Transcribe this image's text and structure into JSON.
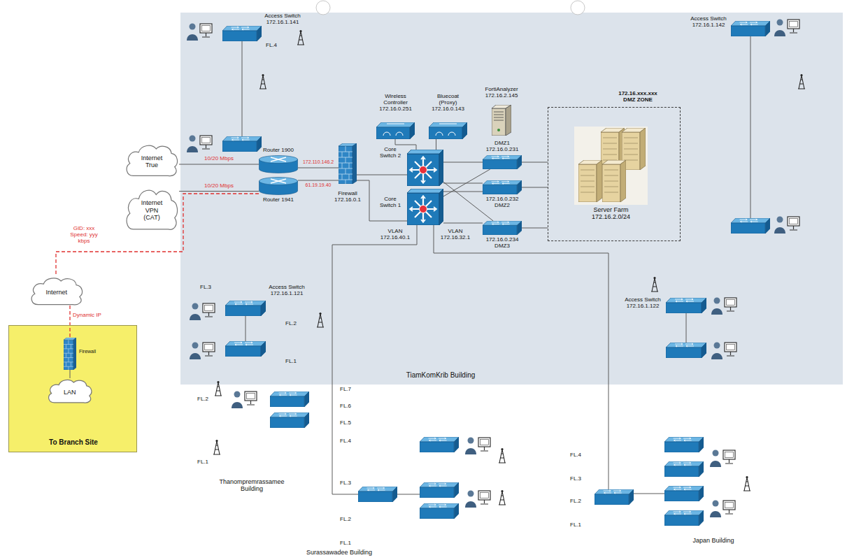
{
  "diagram": {
    "nodes": [
      {
        "text": [
          "TiamKomKrib Building"
        ]
      },
      {
        "text": [
          "Access Switch 172.16.1.141"
        ],
        "in": 0
      },
      {
        "text": [
          "Access Switch 172.16.1.142"
        ],
        "in": 0
      },
      {
        "text": [
          "Wireless Controller 172.16.0.251"
        ],
        "in": 0
      },
      {
        "text": [
          "Bluecoat (Proxy) 172.16.0.143"
        ],
        "in": 0
      },
      {
        "text": [
          "FortiAnalyzer 172.16.2.145"
        ],
        "in": 0
      },
      {
        "text": [
          "172.16.xxx.xxx DMZ ZONE"
        ],
        "in": 0
      },
      {
        "text": [
          "Server Farm 172.16.2.0/24"
        ],
        "in": 6
      },
      {
        "text": [
          "Internet True"
        ]
      },
      {
        "text": [
          "Router 1900"
        ],
        "in": 0
      },
      {
        "text": [
          "Firewall 172.16.0.1"
        ],
        "in": 0
      },
      {
        "text": [
          "Core Switch 2"
        ],
        "in": 0
      },
      {
        "text": [
          "DMZ1 172.16.0.231"
        ],
        "in": 0
      },
      {
        "text": [
          "172.16.0.232 DMZ2"
        ],
        "in": 0
      },
      {
        "text": [
          "Router 1941"
        ],
        "in": 0
      },
      {
        "text": [
          "Core Switch 1"
        ],
        "in": 0
      },
      {
        "text": [
          "Internet VPN (CAT)"
        ]
      },
      {
        "text": [
          "172.16.0.234",
          "DMZ3"
        ],
        "in": 0
      },
      {
        "text": [
          "Internet"
        ]
      },
      {
        "text": [
          "Access Switch 172.16.1.121"
        ],
        "in": 0
      },
      {
        "text": [
          "Access Switch 172.16.1.122"
        ],
        "in": 0
      },
      {
        "text": [
          "To Branch Site"
        ]
      },
      {
        "text": [
          "Firewall"
        ],
        "in": 21
      },
      {
        "text": [
          "LAN"
        ],
        "in": 21
      }
    ],
    "edges": [
      {
        "from": 8,
        "to": 9,
        "arrow": "none",
        "label": "10/20 Mbps"
      },
      {
        "from": 16,
        "to": 14,
        "arrow": "none",
        "label": "10/20 Mbps"
      },
      {
        "from": 9,
        "to": 10,
        "arrow": "none",
        "label": "172.110.146.2"
      },
      {
        "from": 14,
        "to": 10,
        "arrow": "none",
        "label": "61.19.19.40"
      },
      {
        "from": 10,
        "to": 11,
        "arrow": "none"
      },
      {
        "from": 10,
        "to": 15,
        "arrow": "none"
      },
      {
        "from": 11,
        "to": 3,
        "arrow": "none"
      },
      {
        "from": 11,
        "to": 4,
        "arrow": "none"
      },
      {
        "from": 11,
        "to": 12,
        "arrow": "none"
      },
      {
        "from": 11,
        "to": 13,
        "arrow": "none"
      },
      {
        "from": 11,
        "to": 17,
        "arrow": "none"
      },
      {
        "from": 15,
        "to": 12,
        "arrow": "none"
      },
      {
        "from": 15,
        "to": 13,
        "arrow": "none"
      },
      {
        "from": 15,
        "to": 17,
        "arrow": "none"
      },
      {
        "from": 12,
        "to": 6,
        "arrow": "none"
      },
      {
        "from": 13,
        "to": 6,
        "arrow": "none"
      },
      {
        "from": 17,
        "to": 6,
        "arrow": "none"
      },
      {
        "from": 14,
        "to": 18,
        "arrow": "none",
        "label": "GID: xxx Speed: yyy kbps"
      },
      {
        "from": 18,
        "to": 22,
        "arrow": "none",
        "label": "Dynamic IP"
      },
      {
        "from": 22,
        "to": 23,
        "arrow": "none"
      }
    ],
    "labels": [
      "FL.4",
      "FL.3",
      "FL.2",
      "FL.1",
      "VLAN 172.16.40.1",
      "VLAN 172.16.32.1",
      "FL.2",
      "FL.1",
      "Thanompremrassamee Building",
      "FL.7",
      "FL.6",
      "FL.5",
      "FL.4",
      "FL.3",
      "FL.2",
      "FL.1",
      "Surassawadee Building",
      "FL.4",
      "FL.3",
      "FL.2",
      "FL.1",
      "Japan Building"
    ]
  }
}
